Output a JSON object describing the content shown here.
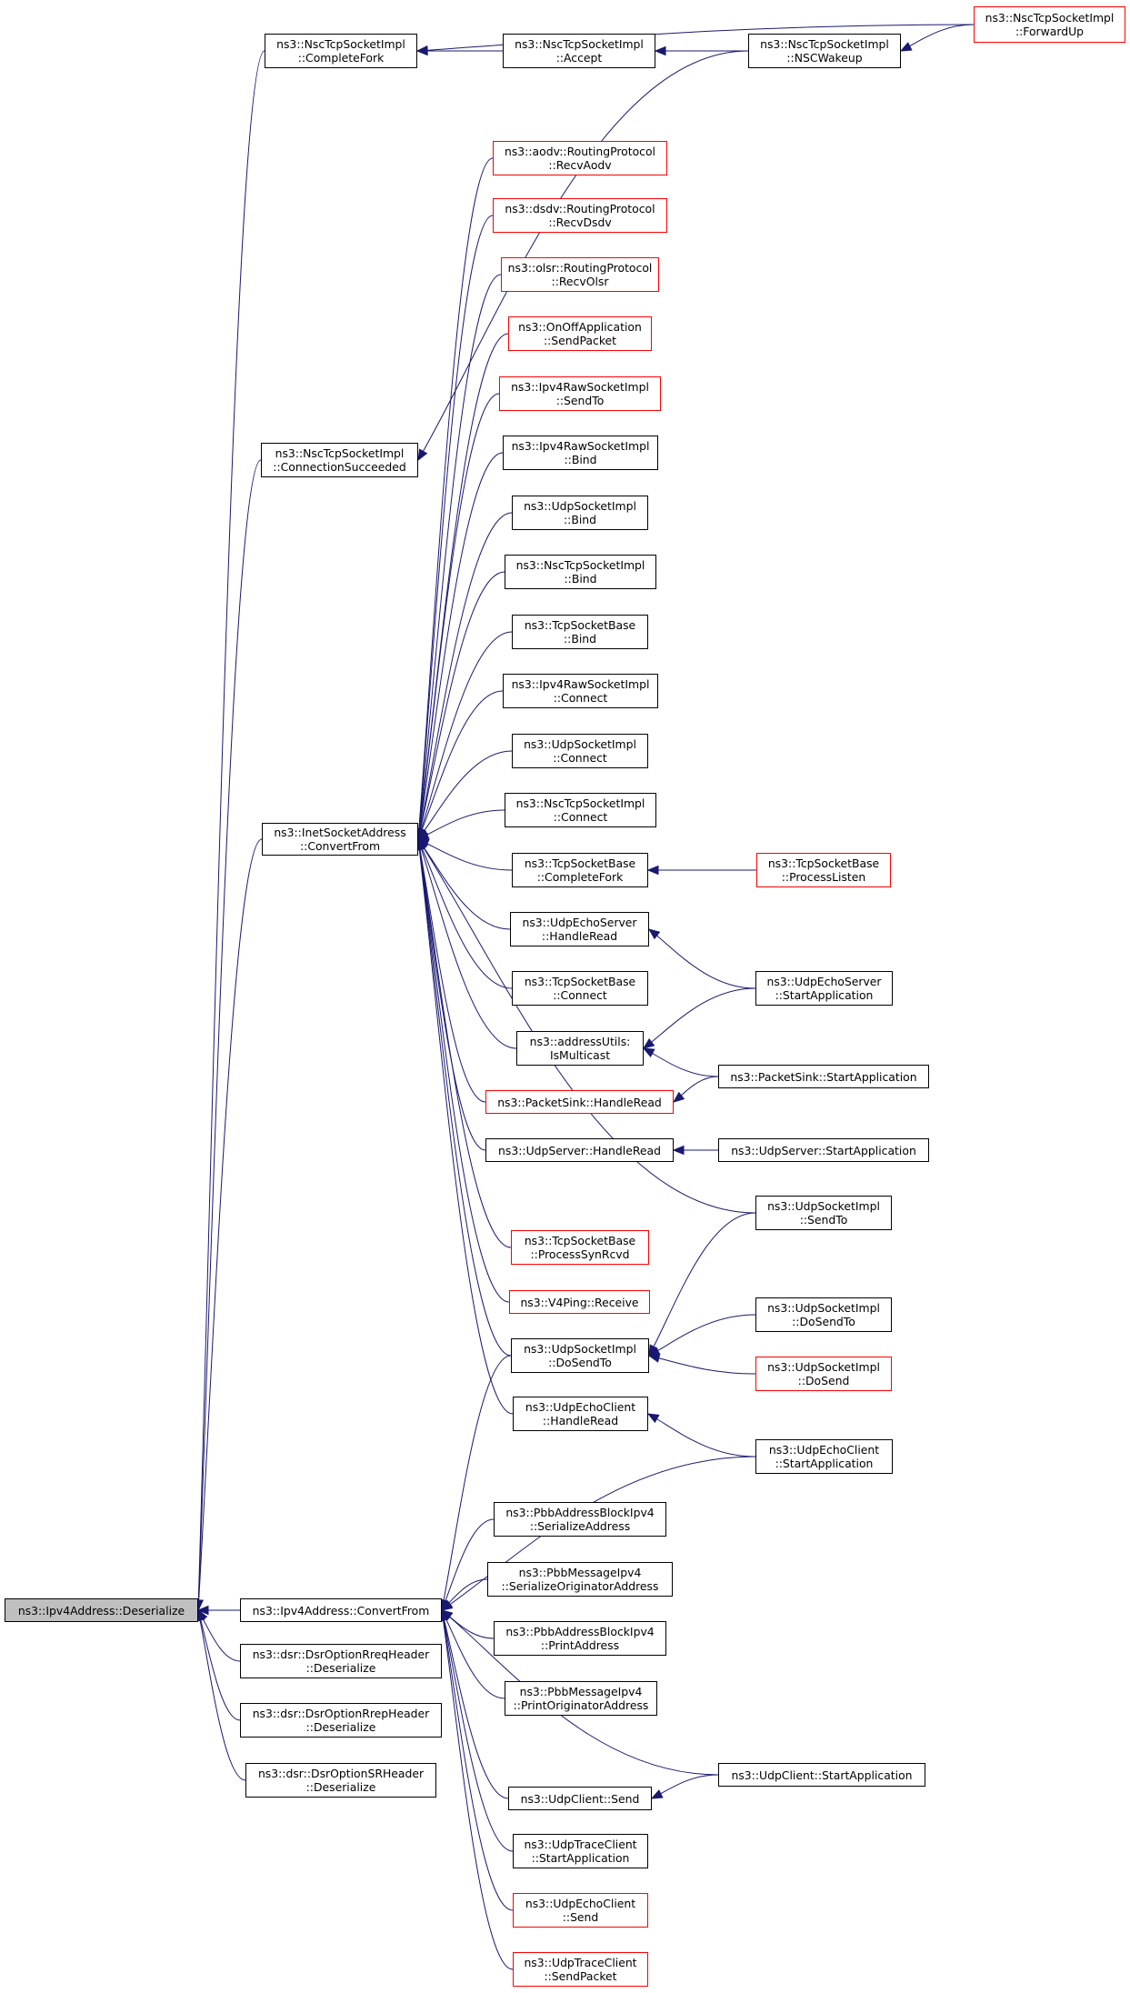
{
  "colors": {
    "edge": "#191970",
    "node_border": "#000000",
    "truncated_border": "#ff0000",
    "focus_fill": "#bfbfbf"
  },
  "nodes": [
    {
      "id": "deserialize",
      "lines": [
        "ns3::Ipv4Address::Deserialize"
      ],
      "style": "focus"
    },
    {
      "id": "ipv4-convertfrom",
      "lines": [
        "ns3::Ipv4Address::ConvertFrom"
      ],
      "style": "normal"
    },
    {
      "id": "inet-convertfrom",
      "lines": [
        "ns3::InetSocketAddress",
        "::ConvertFrom"
      ],
      "style": "normal"
    },
    {
      "id": "nsc-completefork",
      "lines": [
        "ns3::NscTcpSocketImpl",
        "::CompleteFork"
      ],
      "style": "normal"
    },
    {
      "id": "nsc-accept",
      "lines": [
        "ns3::NscTcpSocketImpl",
        "::Accept"
      ],
      "style": "normal"
    },
    {
      "id": "nsc-nscwakeup",
      "lines": [
        "ns3::NscTcpSocketImpl",
        "::NSCWakeup"
      ],
      "style": "normal"
    },
    {
      "id": "nsc-forwardup",
      "lines": [
        "ns3::NscTcpSocketImpl",
        "::ForwardUp"
      ],
      "style": "truncated"
    },
    {
      "id": "nsc-connsucceeded",
      "lines": [
        "ns3::NscTcpSocketImpl",
        "::ConnectionSucceeded"
      ],
      "style": "normal"
    },
    {
      "id": "aodv-recv",
      "lines": [
        "ns3::aodv::RoutingProtocol",
        "::RecvAodv"
      ],
      "style": "truncated"
    },
    {
      "id": "dsdv-recv",
      "lines": [
        "ns3::dsdv::RoutingProtocol",
        "::RecvDsdv"
      ],
      "style": "truncated"
    },
    {
      "id": "olsr-recv",
      "lines": [
        "ns3::olsr::RoutingProtocol",
        "::RecvOlsr"
      ],
      "style": "truncated"
    },
    {
      "id": "onoff-send",
      "lines": [
        "ns3::OnOffApplication",
        "::SendPacket"
      ],
      "style": "truncated"
    },
    {
      "id": "ipv4raw-sendto",
      "lines": [
        "ns3::Ipv4RawSocketImpl",
        "::SendTo"
      ],
      "style": "truncated"
    },
    {
      "id": "ipv4raw-bind",
      "lines": [
        "ns3::Ipv4RawSocketImpl",
        "::Bind"
      ],
      "style": "normal"
    },
    {
      "id": "udpsock-bind",
      "lines": [
        "ns3::UdpSocketImpl",
        "::Bind"
      ],
      "style": "normal"
    },
    {
      "id": "nsc-bind",
      "lines": [
        "ns3::NscTcpSocketImpl",
        "::Bind"
      ],
      "style": "normal"
    },
    {
      "id": "tcpbase-bind",
      "lines": [
        "ns3::TcpSocketBase",
        "::Bind"
      ],
      "style": "normal"
    },
    {
      "id": "ipv4raw-connect",
      "lines": [
        "ns3::Ipv4RawSocketImpl",
        "::Connect"
      ],
      "style": "normal"
    },
    {
      "id": "udpsock-connect",
      "lines": [
        "ns3::UdpSocketImpl",
        "::Connect"
      ],
      "style": "normal"
    },
    {
      "id": "nsc-connect",
      "lines": [
        "ns3::NscTcpSocketImpl",
        "::Connect"
      ],
      "style": "normal"
    },
    {
      "id": "tcpbase-completefork",
      "lines": [
        "ns3::TcpSocketBase",
        "::CompleteFork"
      ],
      "style": "normal"
    },
    {
      "id": "tcpbase-processlisten",
      "lines": [
        "ns3::TcpSocketBase",
        "::ProcessListen"
      ],
      "style": "truncated"
    },
    {
      "id": "udpechoserver-handleread",
      "lines": [
        "ns3::UdpEchoServer",
        "::HandleRead"
      ],
      "style": "normal"
    },
    {
      "id": "udpechoserver-start",
      "lines": [
        "ns3::UdpEchoServer",
        "::StartApplication"
      ],
      "style": "normal"
    },
    {
      "id": "tcpbase-connect",
      "lines": [
        "ns3::TcpSocketBase",
        "::Connect"
      ],
      "style": "normal"
    },
    {
      "id": "addressutils-ismulticast",
      "lines": [
        "ns3::addressUtils:",
        "IsMulticast"
      ],
      "style": "normal"
    },
    {
      "id": "packetsink-handleread",
      "lines": [
        "ns3::PacketSink::HandleRead"
      ],
      "style": "truncated"
    },
    {
      "id": "packetsink-start",
      "lines": [
        "ns3::PacketSink::StartApplication"
      ],
      "style": "normal"
    },
    {
      "id": "udpserver-handleread",
      "lines": [
        "ns3::UdpServer::HandleRead"
      ],
      "style": "normal"
    },
    {
      "id": "udpserver-start",
      "lines": [
        "ns3::UdpServer::StartApplication"
      ],
      "style": "normal"
    },
    {
      "id": "udpsock-sendto",
      "lines": [
        "ns3::UdpSocketImpl",
        "::SendTo"
      ],
      "style": "normal"
    },
    {
      "id": "tcpbase-synrcvd",
      "lines": [
        "ns3::TcpSocketBase",
        "::ProcessSynRcvd"
      ],
      "style": "truncated"
    },
    {
      "id": "v4ping-receive",
      "lines": [
        "ns3::V4Ping::Receive"
      ],
      "style": "truncated"
    },
    {
      "id": "udpsock-dosendto",
      "lines": [
        "ns3::UdpSocketImpl",
        "::DoSendTo"
      ],
      "style": "normal"
    },
    {
      "id": "udpsock-dosendto-r",
      "lines": [
        "ns3::UdpSocketImpl",
        "::DoSendTo"
      ],
      "style": "normal"
    },
    {
      "id": "udpsock-dosend",
      "lines": [
        "ns3::UdpSocketImpl",
        "::DoSend"
      ],
      "style": "truncated"
    },
    {
      "id": "udpechoclient-handleread",
      "lines": [
        "ns3::UdpEchoClient",
        "::HandleRead"
      ],
      "style": "normal"
    },
    {
      "id": "udpechoclient-start",
      "lines": [
        "ns3::UdpEchoClient",
        "::StartApplication"
      ],
      "style": "normal"
    },
    {
      "id": "pbbblock-serialize",
      "lines": [
        "ns3::PbbAddressBlockIpv4",
        "::SerializeAddress"
      ],
      "style": "normal"
    },
    {
      "id": "pbbmsg-serialize",
      "lines": [
        "ns3::PbbMessageIpv4",
        "::SerializeOriginatorAddress"
      ],
      "style": "normal"
    },
    {
      "id": "pbbblock-print",
      "lines": [
        "ns3::PbbAddressBlockIpv4",
        "::PrintAddress"
      ],
      "style": "normal"
    },
    {
      "id": "pbbmsg-print",
      "lines": [
        "ns3::PbbMessageIpv4",
        "::PrintOriginatorAddress"
      ],
      "style": "normal"
    },
    {
      "id": "udpclient-start",
      "lines": [
        "ns3::UdpClient::StartApplication"
      ],
      "style": "normal"
    },
    {
      "id": "udpclient-send",
      "lines": [
        "ns3::UdpClient::Send"
      ],
      "style": "normal"
    },
    {
      "id": "udptraceclient-start",
      "lines": [
        "ns3::UdpTraceClient",
        "::StartApplication"
      ],
      "style": "normal"
    },
    {
      "id": "udpechoclient-send",
      "lines": [
        "ns3::UdpEchoClient",
        "::Send"
      ],
      "style": "truncated"
    },
    {
      "id": "udptraceclient-send",
      "lines": [
        "ns3::UdpTraceClient",
        "::SendPacket"
      ],
      "style": "truncated"
    },
    {
      "id": "dsr-rreq",
      "lines": [
        "ns3::dsr::DsrOptionRreqHeader",
        "::Deserialize"
      ],
      "style": "normal"
    },
    {
      "id": "dsr-rrep",
      "lines": [
        "ns3::dsr::DsrOptionRrepHeader",
        "::Deserialize"
      ],
      "style": "normal"
    },
    {
      "id": "dsr-sr",
      "lines": [
        "ns3::dsr::DsrOptionSRHeader",
        "::Deserialize"
      ],
      "style": "normal"
    }
  ],
  "edges": [
    [
      "nsc-completefork",
      "deserialize"
    ],
    [
      "nsc-connsucceeded",
      "deserialize"
    ],
    [
      "inet-convertfrom",
      "deserialize"
    ],
    [
      "ipv4-convertfrom",
      "deserialize"
    ],
    [
      "dsr-rreq",
      "deserialize"
    ],
    [
      "dsr-rrep",
      "deserialize"
    ],
    [
      "dsr-sr",
      "deserialize"
    ],
    [
      "nsc-accept",
      "nsc-completefork"
    ],
    [
      "nsc-forwardup",
      "nsc-completefork"
    ],
    [
      "nsc-nscwakeup",
      "nsc-accept"
    ],
    [
      "nsc-forwardup",
      "nsc-nscwakeup"
    ],
    [
      "nsc-nscwakeup",
      "nsc-connsucceeded"
    ],
    [
      "aodv-recv",
      "inet-convertfrom"
    ],
    [
      "dsdv-recv",
      "inet-convertfrom"
    ],
    [
      "olsr-recv",
      "inet-convertfrom"
    ],
    [
      "onoff-send",
      "inet-convertfrom"
    ],
    [
      "ipv4raw-sendto",
      "inet-convertfrom"
    ],
    [
      "ipv4raw-bind",
      "inet-convertfrom"
    ],
    [
      "udpsock-bind",
      "inet-convertfrom"
    ],
    [
      "nsc-bind",
      "inet-convertfrom"
    ],
    [
      "tcpbase-bind",
      "inet-convertfrom"
    ],
    [
      "ipv4raw-connect",
      "inet-convertfrom"
    ],
    [
      "udpsock-connect",
      "inet-convertfrom"
    ],
    [
      "nsc-connect",
      "inet-convertfrom"
    ],
    [
      "tcpbase-completefork",
      "inet-convertfrom"
    ],
    [
      "udpechoserver-handleread",
      "inet-convertfrom"
    ],
    [
      "tcpbase-connect",
      "inet-convertfrom"
    ],
    [
      "addressutils-ismulticast",
      "inet-convertfrom"
    ],
    [
      "packetsink-handleread",
      "inet-convertfrom"
    ],
    [
      "udpserver-handleread",
      "inet-convertfrom"
    ],
    [
      "udpsock-sendto",
      "inet-convertfrom"
    ],
    [
      "tcpbase-synrcvd",
      "inet-convertfrom"
    ],
    [
      "v4ping-receive",
      "inet-convertfrom"
    ],
    [
      "udpsock-dosendto",
      "inet-convertfrom"
    ],
    [
      "udpechoclient-handleread",
      "inet-convertfrom"
    ],
    [
      "tcpbase-processlisten",
      "tcpbase-completefork"
    ],
    [
      "udpechoserver-start",
      "udpechoserver-handleread"
    ],
    [
      "udpechoserver-start",
      "addressutils-ismulticast"
    ],
    [
      "packetsink-start",
      "addressutils-ismulticast"
    ],
    [
      "packetsink-start",
      "packetsink-handleread"
    ],
    [
      "udpserver-start",
      "udpserver-handleread"
    ],
    [
      "udpsock-sendto",
      "udpsock-dosendto"
    ],
    [
      "udpsock-dosendto-r",
      "udpsock-dosendto"
    ],
    [
      "udpsock-dosend",
      "udpsock-dosendto"
    ],
    [
      "udpechoclient-start",
      "udpechoclient-handleread"
    ],
    [
      "udpsock-dosendto",
      "ipv4-convertfrom"
    ],
    [
      "udpechoclient-start",
      "ipv4-convertfrom"
    ],
    [
      "pbbblock-serialize",
      "ipv4-convertfrom"
    ],
    [
      "pbbmsg-serialize",
      "ipv4-convertfrom"
    ],
    [
      "pbbblock-print",
      "ipv4-convertfrom"
    ],
    [
      "pbbmsg-print",
      "ipv4-convertfrom"
    ],
    [
      "udpclient-start",
      "ipv4-convertfrom"
    ],
    [
      "udpclient-send",
      "ipv4-convertfrom"
    ],
    [
      "udptraceclient-start",
      "ipv4-convertfrom"
    ],
    [
      "udpechoclient-send",
      "ipv4-convertfrom"
    ],
    [
      "udptraceclient-send",
      "ipv4-convertfrom"
    ],
    [
      "udpclient-start",
      "udpclient-send"
    ]
  ]
}
